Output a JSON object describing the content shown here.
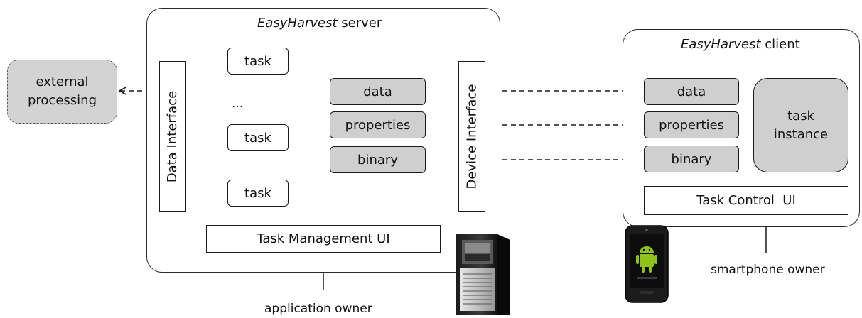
{
  "server": {
    "title_brand": "EasyHarvest",
    "title_suffix": " server",
    "data_interface": "Data Interface",
    "device_interface": "Device Interface",
    "tasks": [
      "task",
      "...",
      "task",
      "task"
    ],
    "components": [
      "data",
      "properties",
      "binary"
    ],
    "management_ui": "Task Management UI",
    "owner": "application owner"
  },
  "external": {
    "label": "external\nprocessing"
  },
  "client": {
    "title_brand": "EasyHarvest",
    "title_suffix": " client",
    "components": [
      "data",
      "properties",
      "binary"
    ],
    "task_instance": "task\ninstance",
    "control_ui": "Task Control  UI",
    "owner": "smartphone owner"
  },
  "colors": {
    "component_fill": "#cfcfcf",
    "external_fill": "#d3d3d3",
    "line": "#1a1a1a",
    "android_green": "#8fc21a"
  },
  "icons": [
    "server-tower-icon",
    "android-phone-icon"
  ]
}
